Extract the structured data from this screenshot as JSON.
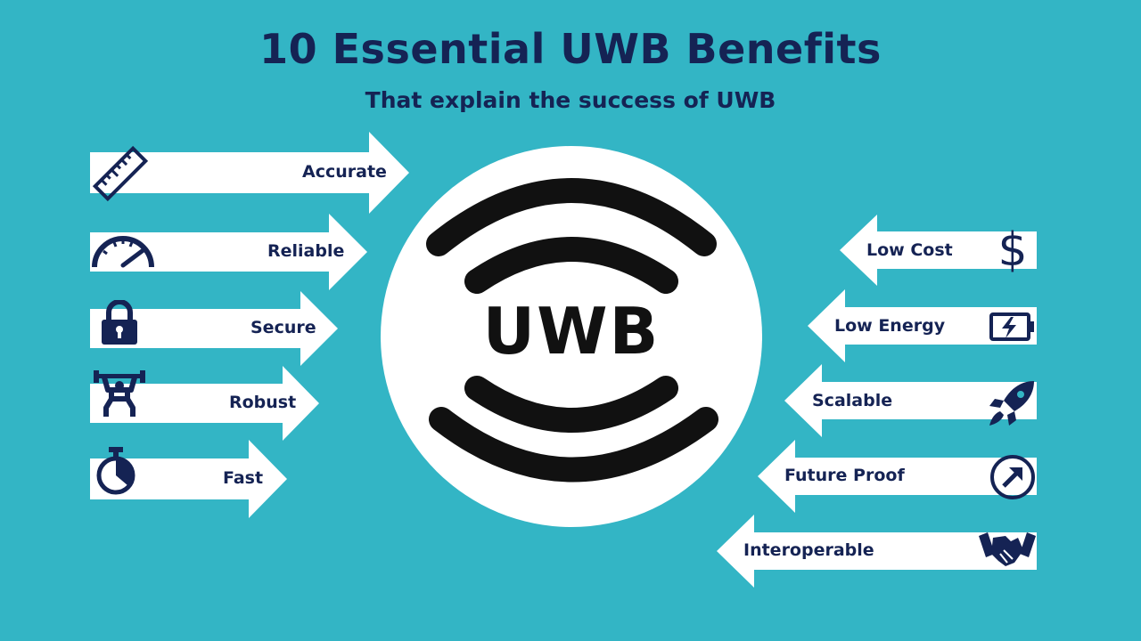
{
  "header": {
    "title": "10 Essential UWB Benefits",
    "subtitle": "That explain the success of UWB"
  },
  "center": {
    "label": "UWB"
  },
  "left_benefits": [
    {
      "label": "Accurate",
      "icon": "ruler-icon"
    },
    {
      "label": "Reliable",
      "icon": "speedometer-icon"
    },
    {
      "label": "Secure",
      "icon": "padlock-icon"
    },
    {
      "label": "Robust",
      "icon": "weightlifter-icon"
    },
    {
      "label": "Fast",
      "icon": "stopwatch-icon"
    }
  ],
  "right_benefits": [
    {
      "label": "Low Cost",
      "icon": "dollar-icon"
    },
    {
      "label": "Low Energy",
      "icon": "battery-charging-icon"
    },
    {
      "label": "Scalable",
      "icon": "rocket-icon"
    },
    {
      "label": "Future Proof",
      "icon": "arrow-up-right-circle-icon"
    },
    {
      "label": "Interoperable",
      "icon": "handshake-icon"
    }
  ],
  "colors": {
    "background": "#33b5c5",
    "text": "#152354",
    "arrow": "#ffffff",
    "wave": "#111111"
  }
}
